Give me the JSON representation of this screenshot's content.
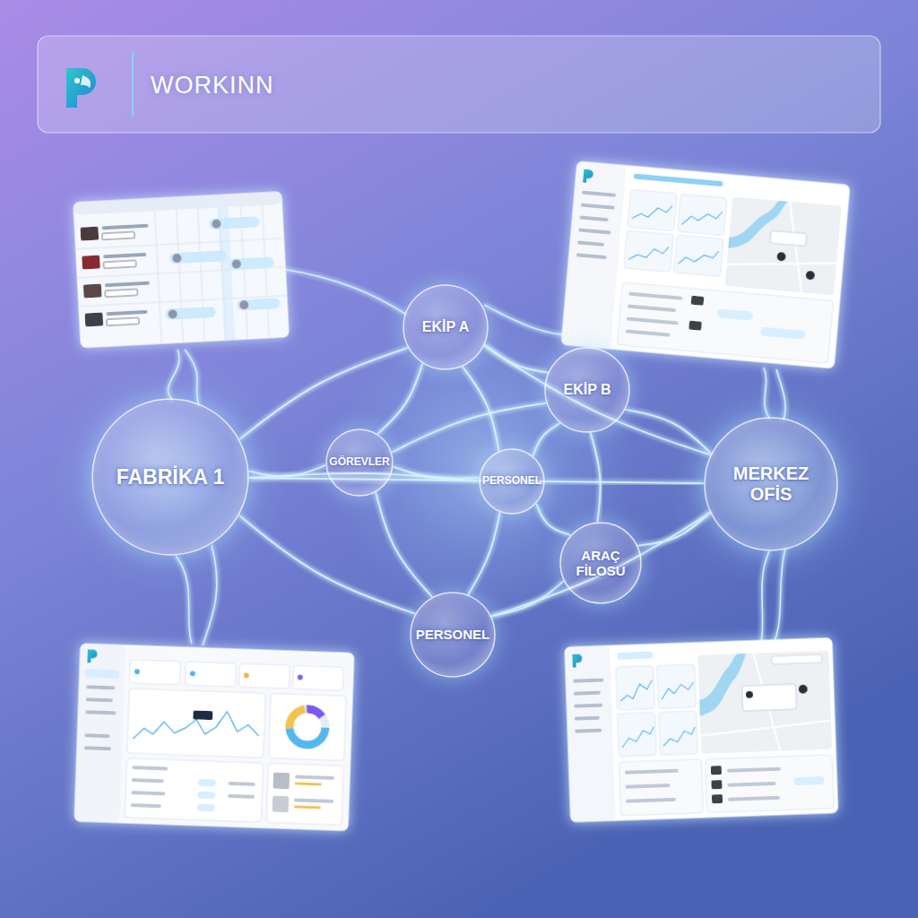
{
  "diagram": {
    "title": "WORKINN",
    "nodes": [
      {
        "text": [
          "EKİP A"
        ]
      },
      {
        "text": [
          "EKİP B"
        ]
      },
      {
        "text": [
          "FABRİKA 1"
        ]
      },
      {
        "text": [
          "GÖREVLER"
        ]
      },
      {
        "text": [
          "PERSONEL"
        ]
      },
      {
        "text": [
          "MERKEZ OFİS"
        ]
      },
      {
        "text": [
          "ARAÇ FİLOSU"
        ]
      },
      {
        "text": [
          "PERSONEL"
        ]
      }
    ],
    "edges": [
      {
        "from": 2,
        "to": 3,
        "arrow": "none"
      },
      {
        "from": 2,
        "to": 0,
        "arrow": "none"
      },
      {
        "from": 2,
        "to": 7,
        "arrow": "none"
      },
      {
        "from": 2,
        "to": 4,
        "arrow": "none"
      },
      {
        "from": 2,
        "to": 5,
        "arrow": "none"
      },
      {
        "from": 3,
        "to": 0,
        "arrow": "none"
      },
      {
        "from": 3,
        "to": 1,
        "arrow": "none"
      },
      {
        "from": 3,
        "to": 7,
        "arrow": "none"
      },
      {
        "from": 0,
        "to": 1,
        "arrow": "none"
      },
      {
        "from": 0,
        "to": 4,
        "arrow": "none"
      },
      {
        "from": 0,
        "to": 5,
        "arrow": "none"
      },
      {
        "from": 1,
        "to": 5,
        "arrow": "none"
      },
      {
        "from": 1,
        "to": 4,
        "arrow": "none"
      },
      {
        "from": 1,
        "to": 6,
        "arrow": "none"
      },
      {
        "from": 4,
        "to": 6,
        "arrow": "none"
      },
      {
        "from": 4,
        "to": 7,
        "arrow": "none"
      },
      {
        "from": 6,
        "to": 5,
        "arrow": "none"
      },
      {
        "from": 6,
        "to": 7,
        "arrow": "none"
      },
      {
        "from": 7,
        "to": 5,
        "arrow": "none"
      },
      {
        "from": 3,
        "to": 4,
        "arrow": "none"
      }
    ]
  }
}
